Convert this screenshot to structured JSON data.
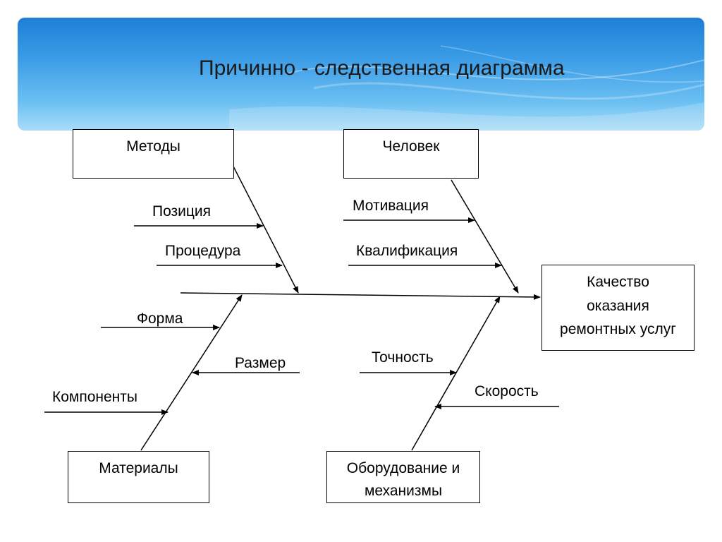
{
  "title": "Причинно - следственная диаграмма",
  "categories": {
    "methods": "Методы",
    "people": "Человек",
    "materials": "Материалы",
    "equipment": "Оборудование и механизмы"
  },
  "effect": "Качество оказания ремонтных услуг",
  "causes": {
    "position": "Позиция",
    "procedure": "Процедура",
    "motivation": "Мотивация",
    "qualification": "Квалификация",
    "form": "Форма",
    "size": "Размер",
    "components": "Компоненты",
    "accuracy": "Точность",
    "speed": "Скорость"
  },
  "colors": {
    "banner": "#3a9be6",
    "lines": "#000000"
  }
}
